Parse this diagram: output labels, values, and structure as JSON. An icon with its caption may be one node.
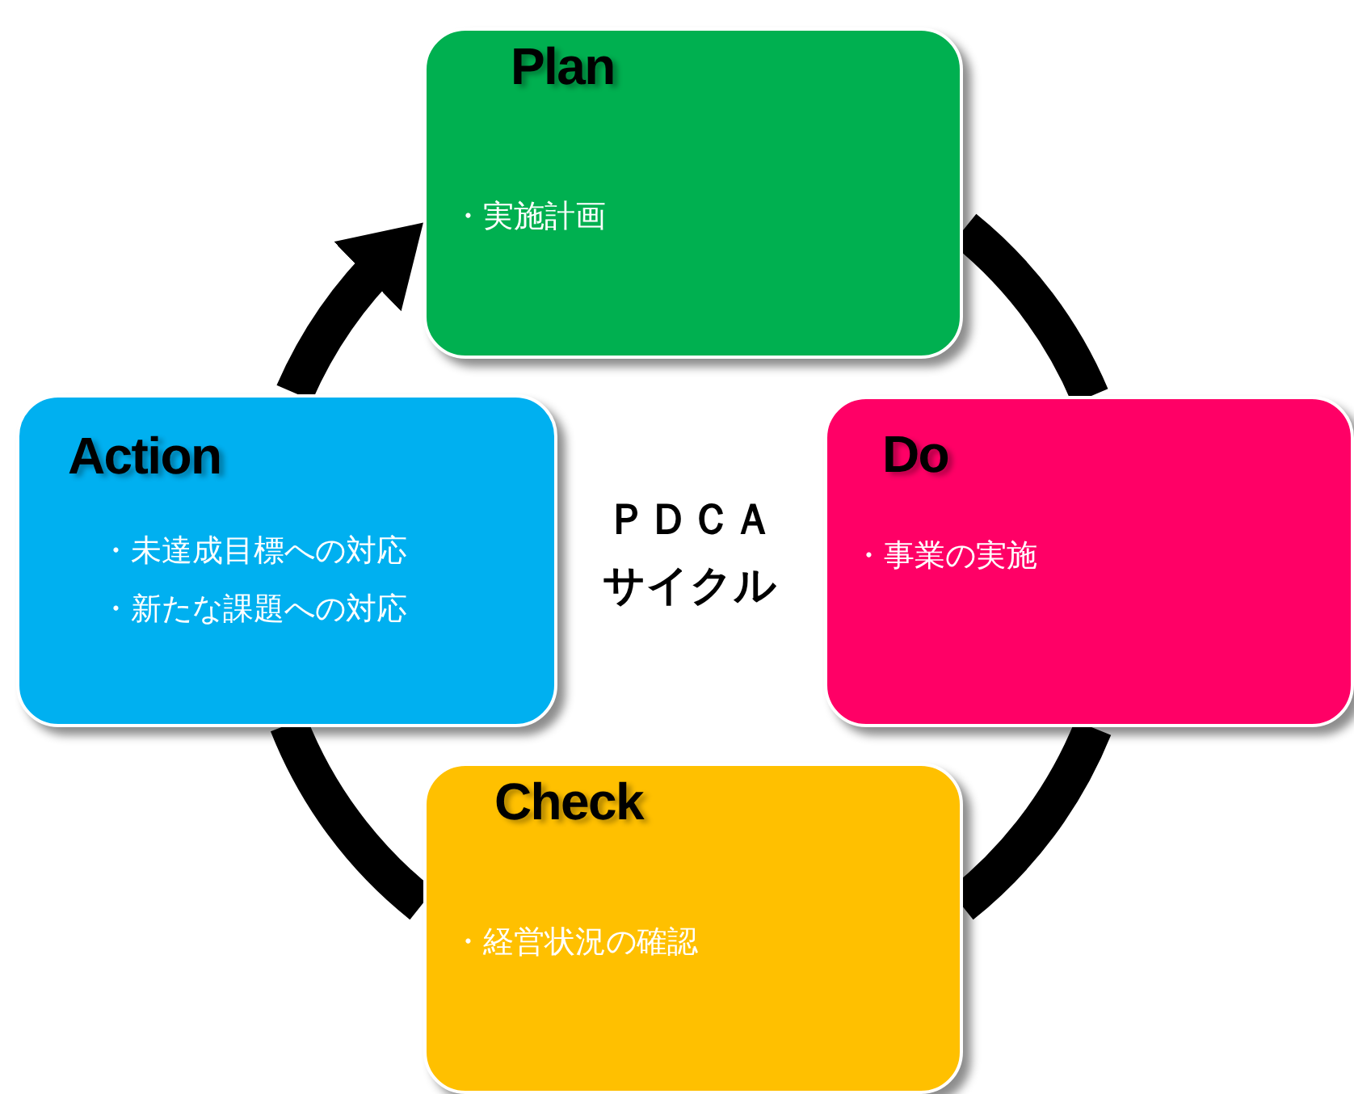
{
  "diagram": {
    "nodes": [
      {
        "text": [
          "Plan",
          "・実施計画"
        ]
      },
      {
        "text": [
          "Do",
          "・事業の実施"
        ]
      },
      {
        "text": [
          "Check",
          "・経営状況の確認"
        ]
      },
      {
        "text": [
          "Action",
          "・未達成目標への対応",
          "・新たな課題への対応"
        ]
      }
    ],
    "edges": [
      {
        "from": 0,
        "to": 1,
        "arrow": "none"
      },
      {
        "from": 1,
        "to": 2,
        "arrow": "none"
      },
      {
        "from": 2,
        "to": 3,
        "arrow": "none"
      },
      {
        "from": 3,
        "to": 0,
        "arrow": "to"
      }
    ],
    "labels": [
      "ＰＤＣＡ",
      "サイクル"
    ]
  }
}
